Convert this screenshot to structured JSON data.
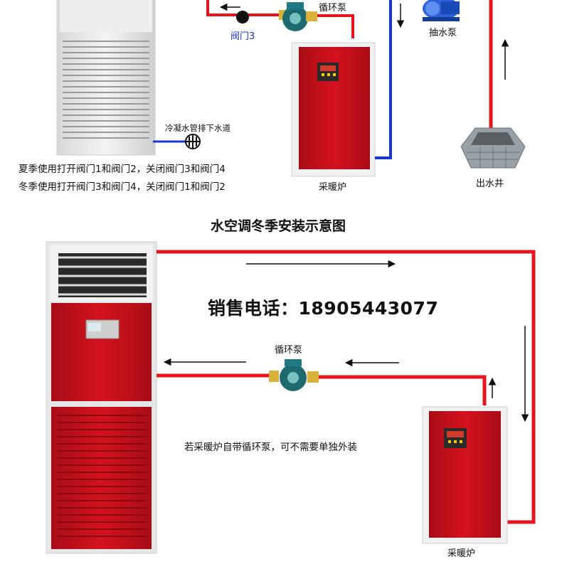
{
  "top": {
    "pump_label": "循环泵",
    "valve3_label": "阀门3",
    "water_pump_label": "抽水泵",
    "heater_label": "采暖炉",
    "well_label": "出水井",
    "drain_label": "冷凝水管排下水道",
    "summer_note": "夏季使用打开阀门1和阀门2，关闭阀门3和阀门4",
    "winter_note": "冬季使用打开阀门3和阀门4，关闭阀门1和阀门2"
  },
  "bottom": {
    "title": "水空调冬季安装示意图",
    "phone": "销售电话：18905443077",
    "pump_label": "循环泵",
    "note": "若采暖炉自带循环泵，可不需要单独外装",
    "heater_label": "采暖炉"
  },
  "colors": {
    "hot_pipe": "#e8141b",
    "cold_pipe": "#1736d8",
    "unit_red": "#c9101c",
    "frame": "#e9e9e9"
  }
}
